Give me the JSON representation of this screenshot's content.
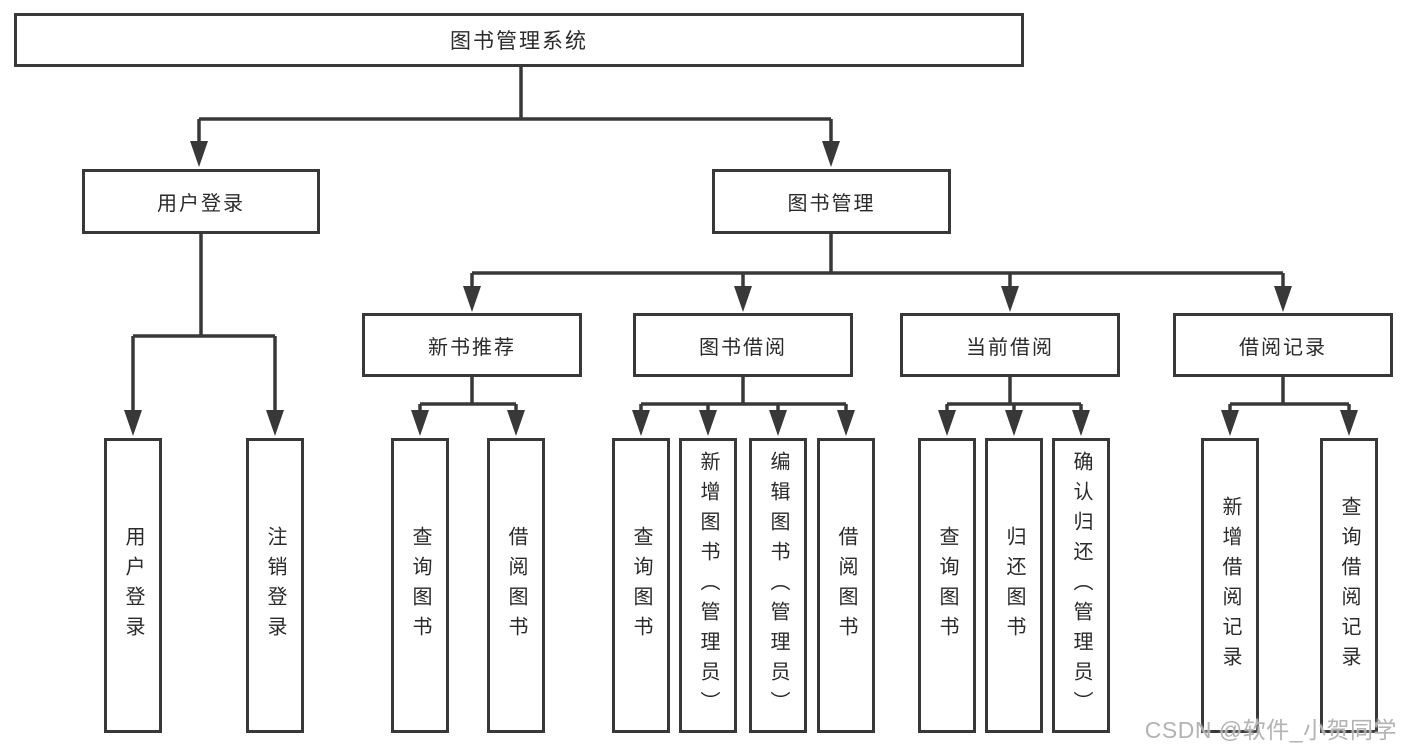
{
  "nodes": {
    "root": "图书管理系统",
    "level2": [
      "用户登录",
      "图书管理"
    ],
    "level3": [
      "新书推荐",
      "图书借阅",
      "当前借阅",
      "借阅记录"
    ],
    "leaves_user": [
      "用户登录",
      "注销登录"
    ],
    "leaves_newbook": [
      "查询图书",
      "借阅图书"
    ],
    "leaves_borrow": [
      "查询图书",
      "新增图书（管理员）",
      "编辑图书（管理员）",
      "借阅图书"
    ],
    "leaves_current": [
      "查询图书",
      "归还图书",
      "确认归还（管理员）"
    ],
    "leaves_record": [
      "新增借阅记录",
      "查询借阅记录"
    ]
  },
  "watermark": {
    "text": "CSDN @软件_小贺同学"
  },
  "colors": {
    "line": "#383838",
    "box_border": "#383838",
    "box_fill": "#ffffff",
    "text": "#2a2a2a",
    "watermark": "#b3b3b3"
  }
}
